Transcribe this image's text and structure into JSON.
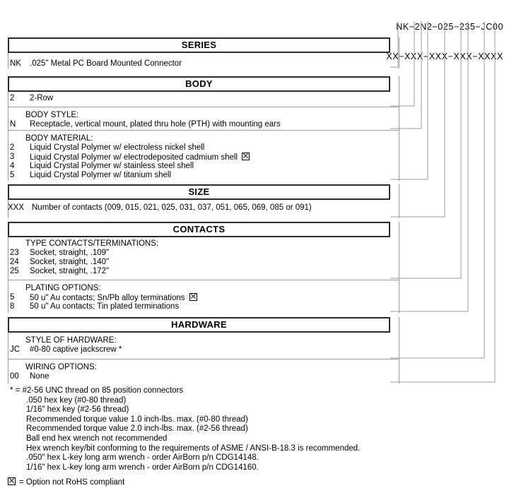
{
  "part_number": {
    "example": "NK−2N2−025−235−JC00",
    "mask": "XX−XXX−XXX−XXX−XXXX"
  },
  "sections": [
    {
      "title": "SERIES",
      "groups": [
        {
          "label": "",
          "rows": [
            {
              "code": "NK",
              "desc": ".025\" Metal PC Board Mounted Connector",
              "rohs_flag": false
            }
          ]
        }
      ]
    },
    {
      "title": "BODY",
      "groups": [
        {
          "label": "",
          "rows": [
            {
              "code": "2",
              "desc": "2-Row",
              "rohs_flag": false
            }
          ]
        },
        {
          "label": "BODY STYLE:",
          "rows": [
            {
              "code": "N",
              "desc": "Receptacle, vertical mount, plated thru hole (PTH) with mounting ears",
              "rohs_flag": false
            }
          ]
        },
        {
          "label": "BODY MATERIAL:",
          "rows": [
            {
              "code": "2",
              "desc": "Liquid Crystal Polymer w/ electroless nickel shell",
              "rohs_flag": false
            },
            {
              "code": "3",
              "desc": "Liquid Crystal Polymer w/ electrodeposited cadmium shell",
              "rohs_flag": true
            },
            {
              "code": "4",
              "desc": "Liquid Crystal Polymer w/ stainless steel shell",
              "rohs_flag": false
            },
            {
              "code": "5",
              "desc": "Liquid Crystal Polymer w/ titanium shell",
              "rohs_flag": false
            }
          ]
        }
      ]
    },
    {
      "title": "SIZE",
      "groups": [
        {
          "label": "",
          "rows": [
            {
              "code": "XXX",
              "desc": "Number of contacts (009, 015, 021, 025, 031, 037, 051, 065, 069, 085 or 091)",
              "rohs_flag": false
            }
          ]
        }
      ]
    },
    {
      "title": "CONTACTS",
      "groups": [
        {
          "label": "TYPE CONTACTS/TERMINATIONS:",
          "rows": [
            {
              "code": "23",
              "desc": "Socket, straight, .109\"",
              "rohs_flag": false
            },
            {
              "code": "24",
              "desc": "Socket, straight, .140\"",
              "rohs_flag": false
            },
            {
              "code": "25",
              "desc": "Socket, straight, .172\"",
              "rohs_flag": false
            }
          ]
        },
        {
          "label": "PLATING OPTIONS:",
          "rows": [
            {
              "code": "5",
              "desc": "50 u\" Au contacts; Sn/Pb alloy terminations",
              "rohs_flag": true
            },
            {
              "code": "8",
              "desc": "50 u\" Au contacts; Tin plated terminations",
              "rohs_flag": false
            }
          ]
        }
      ]
    },
    {
      "title": "HARDWARE",
      "groups": [
        {
          "label": "STYLE OF HARDWARE:",
          "rows": [
            {
              "code": "JC",
              "desc": "#0-80 captive jackscrew *",
              "rohs_flag": false
            }
          ]
        },
        {
          "label": "WIRING OPTIONS:",
          "rows": [
            {
              "code": "00",
              "desc": "None",
              "rohs_flag": false
            }
          ]
        }
      ]
    }
  ],
  "footnotes": [
    "* = #2-56 UNC thread on 85 position connectors",
    ".050 hex key (#0-80 thread)",
    "1/16\" hex key (#2-56 thread)",
    "Recommended torque value 1.0 inch-lbs. max. (#0-80 thread)",
    "Recommended torque value 2.0 inch-lbs. max. (#2-56 thread)",
    "Ball end hex wrench not recommended",
    "Hex wrench key/bit conforming to the requirements of ASME / ANSI-B-18.3 is recommended.",
    ".050\" hex L-key long arm wrench - order AirBorn p/n CDG14148.",
    "1/16\" hex L-key long arm wrench - order AirBorn p/n CDG14160."
  ],
  "rohs_legend": "= Option not RoHS compliant"
}
